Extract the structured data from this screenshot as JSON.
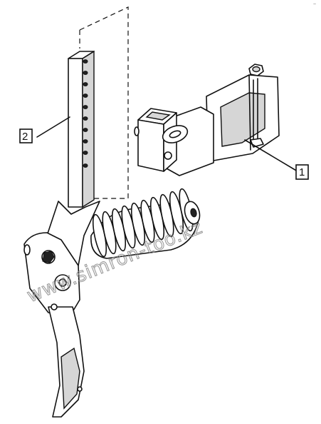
{
  "callouts": [
    {
      "id": "1",
      "label": "1"
    },
    {
      "id": "2",
      "label": "2"
    }
  ],
  "watermark": "www.simron-too.kz",
  "corner_mark": "~",
  "icons": [
    "diagram-parts-drawing"
  ]
}
